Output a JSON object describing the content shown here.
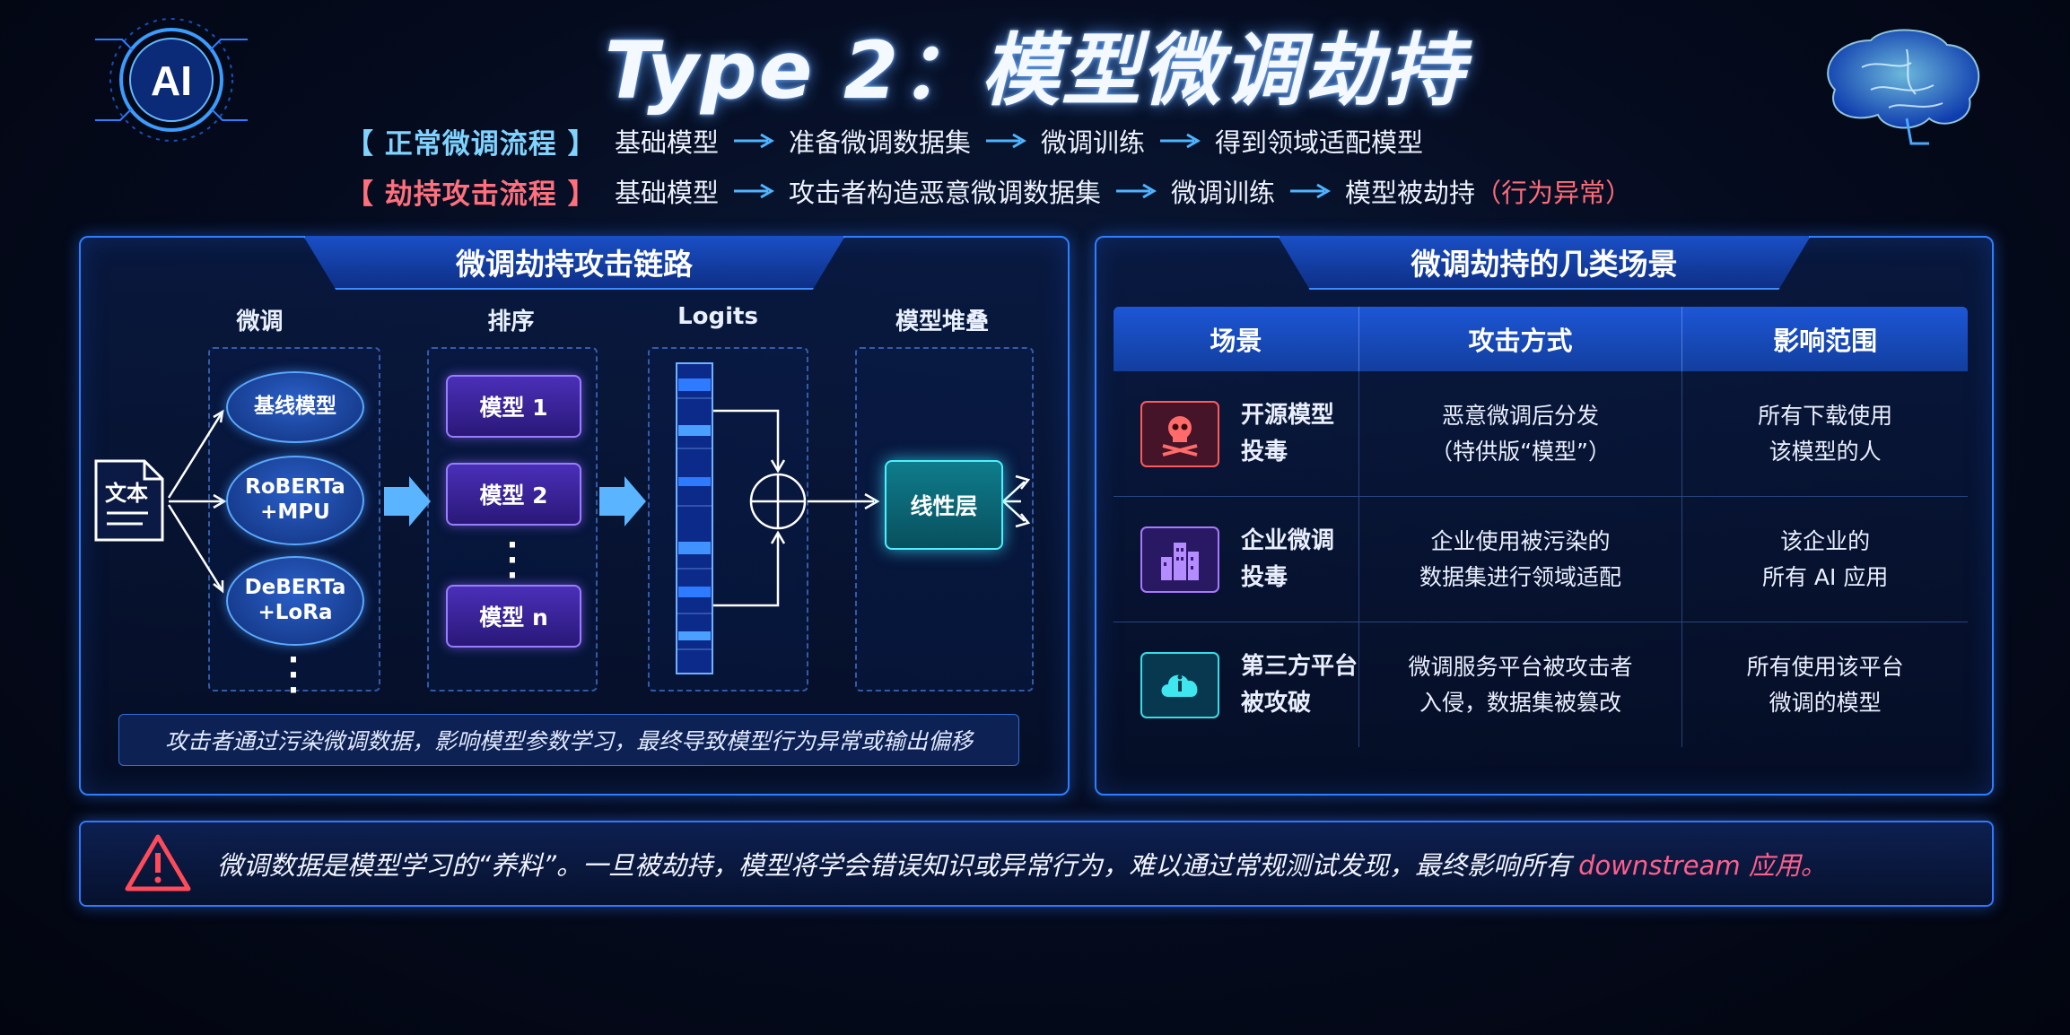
{
  "header": {
    "title": "Type 2：模型微调劫持",
    "badge": "AI",
    "normal_flow": {
      "label": "【 正常微调流程 】",
      "steps": [
        "基础模型",
        "准备微调数据集",
        "微调训练",
        "得到领域适配模型"
      ]
    },
    "attack_flow": {
      "label": "【 劫持攻击流程 】",
      "steps": [
        "基础模型",
        "攻击者构造恶意微调数据集",
        "微调训练",
        "模型被劫持"
      ],
      "suffix": "（行为异常）"
    }
  },
  "chain_panel": {
    "title": "微调劫持攻击链路",
    "columns": [
      "微调",
      "排序",
      "Logits",
      "模型堆叠"
    ],
    "input_doc": "文本",
    "finetune_models": [
      "基线模型",
      "RoBERTa\n+MPU",
      "DeBERTa\n+LoRa"
    ],
    "ranked_models": [
      "模型 1",
      "模型 2",
      "模型 n"
    ],
    "stack_layer": "线性层",
    "footnote": "攻击者通过污染微调数据，影响模型参数学习，最终导致模型行为异常或输出偏移"
  },
  "scenario_panel": {
    "title": "微调劫持的几类场景",
    "headers": [
      "场景",
      "攻击方式",
      "影响范围"
    ],
    "rows": [
      {
        "icon": "skull-crossbones-icon",
        "scene_line1": "开源模型",
        "scene_line2": "投毒",
        "method_line1": "恶意微调后分发",
        "method_line2": "（特供版“模型”）",
        "impact_line1": "所有下载使用",
        "impact_line2": "该模型的人",
        "color": "#ff5a5a"
      },
      {
        "icon": "buildings-icon",
        "scene_line1": "企业微调",
        "scene_line2": "投毒",
        "method_line1": "企业使用被污染的",
        "method_line2": "数据集进行领域适配",
        "impact_line1": "该企业的",
        "impact_line2": "所有 AI 应用",
        "color": "#a879ff"
      },
      {
        "icon": "cloud-alert-icon",
        "scene_line1": "第三方平台",
        "scene_line2": "被攻破",
        "method_line1": "微调服务平台被攻击者",
        "method_line2": "入侵，数据集被篡改",
        "impact_line1": "所有使用该平台",
        "impact_line2": "微调的模型",
        "color": "#33e0ea"
      }
    ]
  },
  "warning": {
    "text": "微调数据是模型学习的“养料”。一旦被劫持，模型将学会错误知识或异常行为，难以通过常规测试发现，最终影响所有",
    "highlight": "downstream 应用。"
  }
}
